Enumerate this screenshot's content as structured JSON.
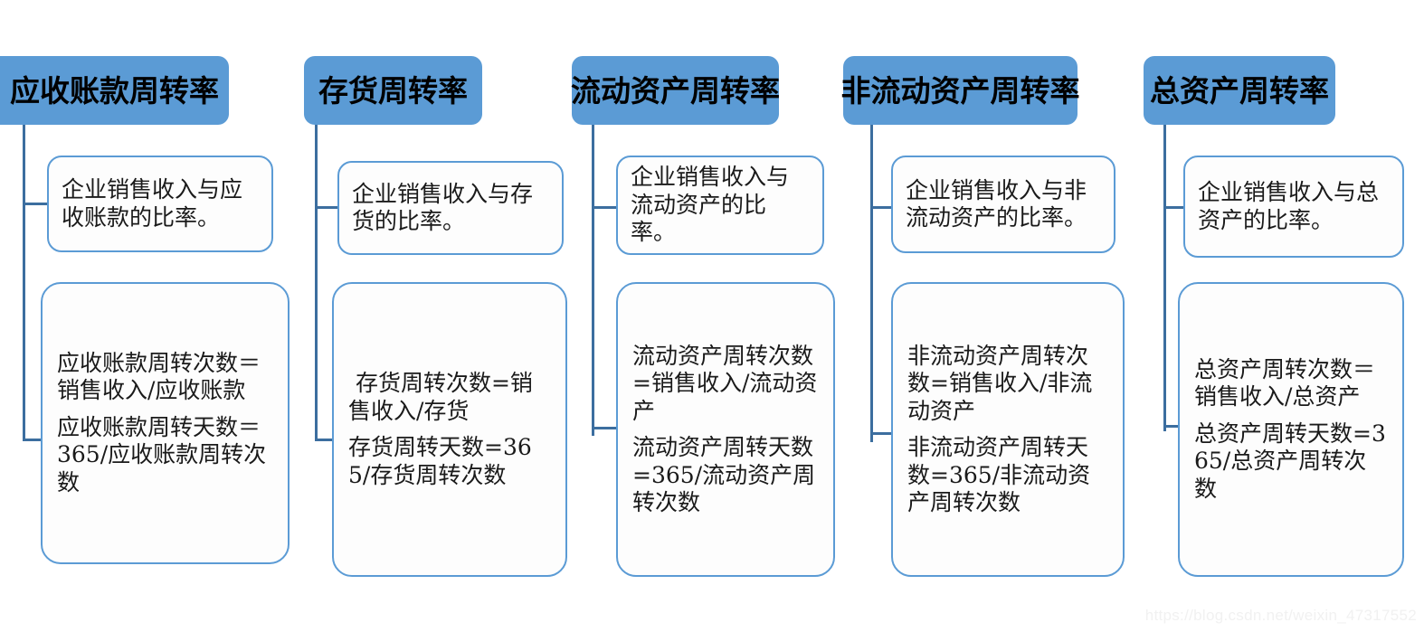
{
  "watermark": "https://blog.csdn.net/weixin_47317552",
  "colors": {
    "header_fill": "#5B9BD5",
    "box_border": "#5B9BD5",
    "connector": "#3C6E9F",
    "box_fill": "#FDFDFD",
    "header_text": "#000000",
    "body_text": "#1a1a1a",
    "watermark_text": "#f1f1f1"
  },
  "columns": [
    {
      "id": "accounts-receivable-turnover",
      "header": "应收账款周转率",
      "definition": "企业销售收入与应收账款的比率。",
      "formulas": [
        "应收账款周转次数＝销售收入/应收账款",
        "应收账款周转天数＝365/应收账款周转次数"
      ]
    },
    {
      "id": "inventory-turnover",
      "header": "存货周转率",
      "definition": "企业销售收入与存货的比率。",
      "formulas": [
        " 存货周转次数=销售收入/存货",
        "存货周转天数=365/存货周转次数"
      ]
    },
    {
      "id": "current-assets-turnover",
      "header": "流动资产周转率",
      "definition": "企业销售收入与流动资产的比率。",
      "formulas": [
        "流动资产周转次数=销售收入/流动资产",
        "流动资产周转天数=365/流动资产周转次数"
      ]
    },
    {
      "id": "non-current-assets-turnover",
      "header": "非流动资产周转率",
      "definition": "企业销售收入与非流动资产的比率。",
      "formulas": [
        "非流动资产周转次数=销售收入/非流动资产",
        "非流动资产周转天数=365/非流动资产周转次数"
      ]
    },
    {
      "id": "total-assets-turnover",
      "header": "总资产周转率",
      "definition": "企业销售收入与总资产的比率。",
      "formulas": [
        "总资产周转次数＝销售收入/总资产",
        "总资产周转天数=365/总资产周转次数"
      ]
    }
  ]
}
